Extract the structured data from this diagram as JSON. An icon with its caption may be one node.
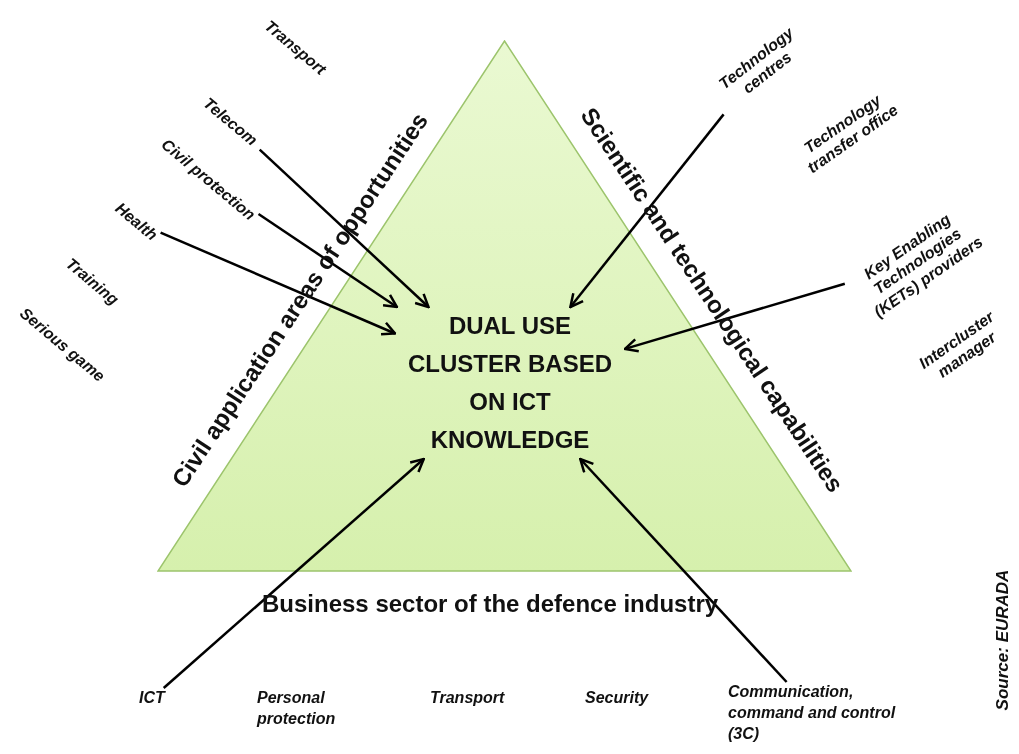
{
  "diagram": {
    "nodes": [
      {
        "text": [],
        "shape": "triangle"
      },
      {
        "text": [
          "DUAL USE CLUSTER BASED ON ICT KNOWLEDGE"
        ],
        "in": 0
      },
      {
        "text": [
          "Telecom"
        ]
      },
      {
        "text": [
          "Civil protection"
        ]
      },
      {
        "text": [
          "Health"
        ]
      },
      {
        "text": [
          "Technology centres"
        ]
      },
      {
        "text": [
          "Key Enabling Technologies (KETs) providers"
        ]
      },
      {
        "text": [
          "ICT"
        ]
      },
      {
        "text": [
          "Communication, command and control (3C)"
        ]
      }
    ],
    "edges": [
      {
        "from": 2,
        "to": 1,
        "arrow": "to"
      },
      {
        "from": 3,
        "to": 1,
        "arrow": "to"
      },
      {
        "from": 4,
        "to": 1,
        "arrow": "to"
      },
      {
        "from": 5,
        "to": 1,
        "arrow": "to"
      },
      {
        "from": 6,
        "to": 1,
        "arrow": "to"
      },
      {
        "from": 7,
        "to": 1,
        "arrow": "to"
      },
      {
        "from": 8,
        "to": 1,
        "arrow": "to"
      }
    ],
    "labels": [
      "Transport",
      "Civil application areas of opportunities",
      "Scientific and technological capabilities",
      "Technology transfer office",
      "Training",
      "Serious game",
      "Intercluster manager",
      "Business sector of the defence industry",
      "Personal protection",
      "Transport",
      "Security",
      "Source: EURADA"
    ]
  }
}
